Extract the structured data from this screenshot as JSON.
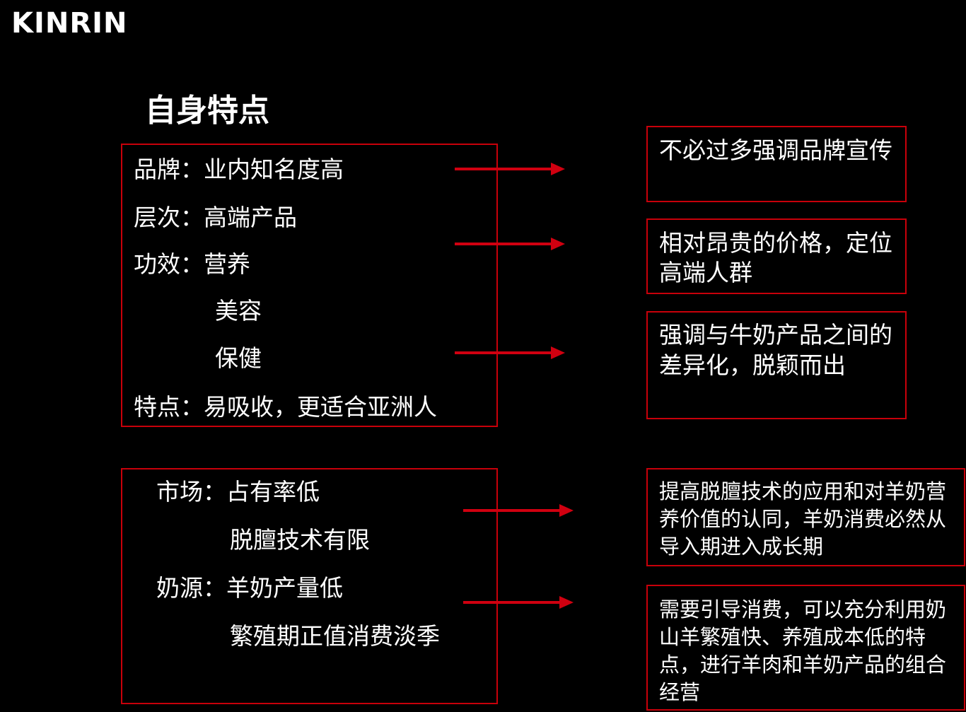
{
  "logo": "KINRIN",
  "title": "自身特点",
  "features": {
    "lines": [
      "品牌：业内知名度高",
      "层次：高端产品",
      "功效：营养",
      "美容",
      "保健",
      "特点：易吸收，更适合亚洲人"
    ]
  },
  "market": {
    "lines": [
      "市场：占有率低",
      "脱膻技术有限",
      "奶源：羊奶产量低",
      "繁殖期正值消费淡季"
    ]
  },
  "conclusions": [
    "不必过多强调品牌宣传",
    "相对昂贵的价格，定位高端人群",
    "强调与牛奶产品之间的差异化，脱颖而出",
    "提高脱膻技术的应用和对羊奶营养价值的认同，羊奶消费必然从导入期进入成长期",
    "需要引导消费，可以充分利用奶山羊繁殖快、养殖成本低的特点，进行羊肉和羊奶产品的组合经营"
  ],
  "colors": {
    "background": "#000000",
    "border": "#c8000a",
    "arrow": "#d00010",
    "text": "#ffffff"
  }
}
